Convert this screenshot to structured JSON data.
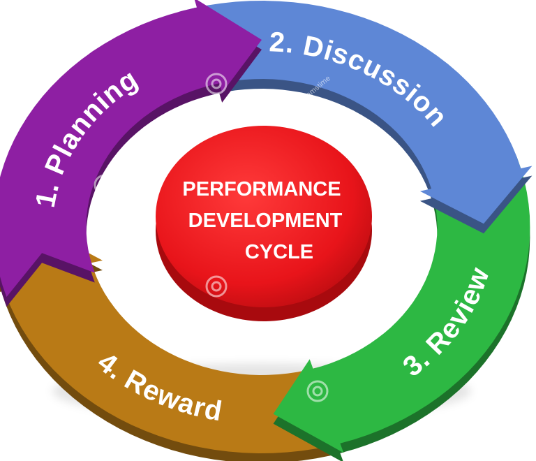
{
  "center": {
    "lines": [
      "PERFORMANCE",
      "DEVELOPMENT",
      "CYCLE"
    ],
    "color": "#e8141a"
  },
  "stages": [
    {
      "label": "1. Planning",
      "color": "#8e1fa3"
    },
    {
      "label": "2. Discussion",
      "color": "#5e87d6"
    },
    {
      "label": "3. Review",
      "color": "#2db843"
    },
    {
      "label": "4. Reward",
      "color": "#b97a16"
    }
  ],
  "watermark": {
    "text": "dreamstime"
  }
}
